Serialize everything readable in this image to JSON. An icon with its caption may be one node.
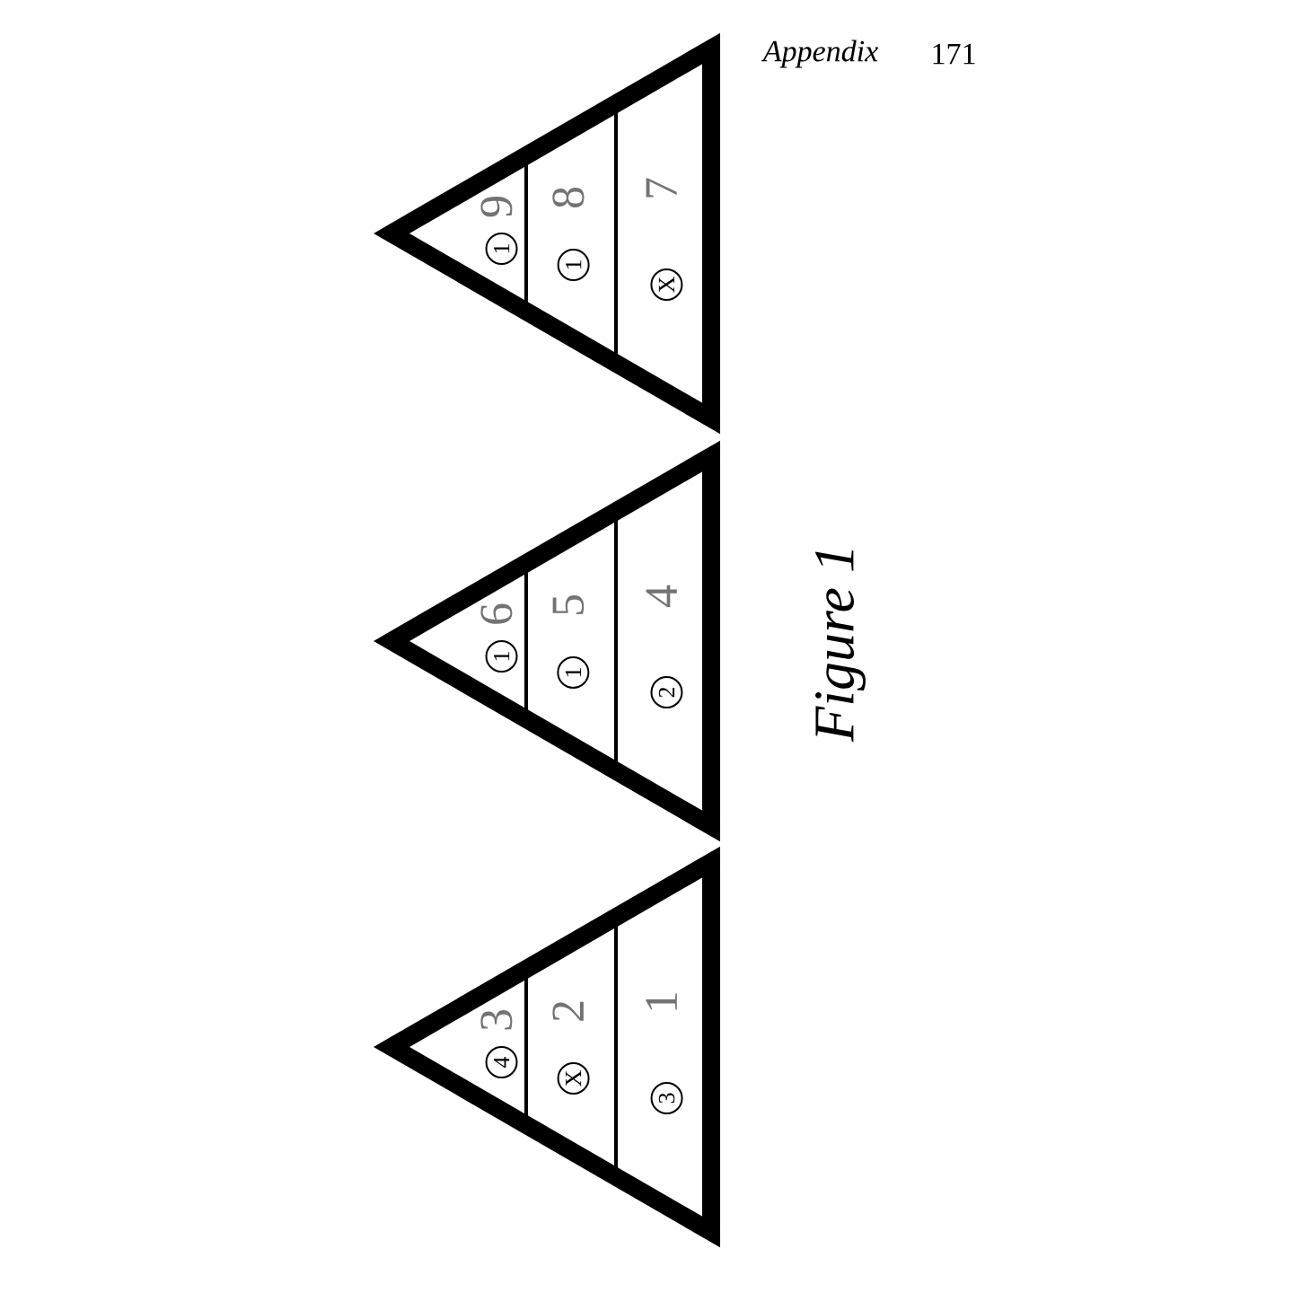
{
  "diagram": {
    "caption": "Figure 1",
    "nodes": [
      {
        "text": [],
        "shape": "triangle"
      },
      {
        "text": [
          "9",
          "1"
        ],
        "in": 0
      },
      {
        "text": [
          "8",
          "1"
        ],
        "in": 0
      },
      {
        "text": [
          "7",
          "X"
        ],
        "in": 0
      },
      {
        "text": [],
        "shape": "triangle"
      },
      {
        "text": [
          "6",
          "1"
        ],
        "in": 4
      },
      {
        "text": [
          "5",
          "1"
        ],
        "in": 4
      },
      {
        "text": [
          "4",
          "2"
        ],
        "in": 4
      },
      {
        "text": [],
        "shape": "triangle"
      },
      {
        "text": [
          "3",
          "4"
        ],
        "in": 8
      },
      {
        "text": [
          "2",
          "X"
        ],
        "in": 8
      },
      {
        "text": [
          "1",
          "3"
        ],
        "in": 8
      }
    ],
    "labels": [
      "Appendix",
      "171"
    ]
  }
}
